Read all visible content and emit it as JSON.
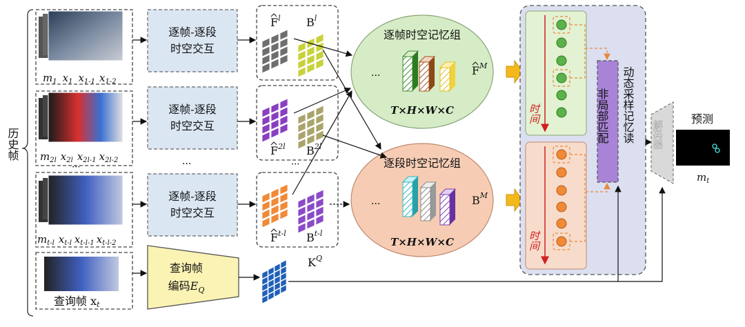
{
  "side_label": "历史帧",
  "frame_groups": [
    {
      "labels": [
        "m",
        "1",
        "x",
        "1",
        "x",
        "1-1",
        "x",
        "1-2"
      ]
    },
    {
      "labels": [
        "m",
        "2l",
        "x",
        "2l",
        "x",
        "2l-1",
        "x",
        "2l-2"
      ]
    },
    {
      "labels": [
        "m",
        "t-l",
        "x",
        "t-l",
        "x",
        "t-l-1",
        "x",
        "t-l-2"
      ]
    }
  ],
  "interaction_block": {
    "line1": "逐帧-逐段",
    "line2": "时空交互"
  },
  "ellipsis_h": "...",
  "ellipsis_v": "···",
  "feature_labels": [
    {
      "f": "F",
      "f_sup": "l",
      "b": "B",
      "b_sup": "l"
    },
    {
      "f": "F",
      "f_sup": "2l",
      "b": "B",
      "b_sup": "2l"
    },
    {
      "f": "F",
      "f_sup": "t-l",
      "b": "B",
      "b_sup": "t-l"
    }
  ],
  "frame_memory": {
    "title": "逐帧时空记忆组",
    "dims": "T×H×W×C",
    "out": "F",
    "out_sup": "M"
  },
  "segment_memory": {
    "title": "逐段时空记忆组",
    "dims": "T×H×W×C",
    "out": "B",
    "out_sup": "M"
  },
  "time_label": "时间",
  "non_local": "非局部匹配",
  "dynamic_read": "动态采样记忆读",
  "decoder": "解码器",
  "query": {
    "caption": "查询帧 x",
    "caption_sub": "t",
    "enc_line1": "查询帧",
    "enc_line2": "编码",
    "enc_sym": "E",
    "enc_sub": "Q"
  },
  "key": {
    "k": "K",
    "sup": "Q"
  },
  "prediction": {
    "title": "预测",
    "label": "m",
    "label_sub": "t"
  },
  "colors": {
    "grey": "#6e6e6e",
    "yellowgreen": "#c7d23a",
    "purple": "#8a3fbf",
    "olive": "#a9a46a",
    "orange": "#f08a36",
    "green_ellipse": "#d6ecc6",
    "orange_ellipse": "#f6cdb4",
    "memory_panel": "#dcdff0"
  }
}
